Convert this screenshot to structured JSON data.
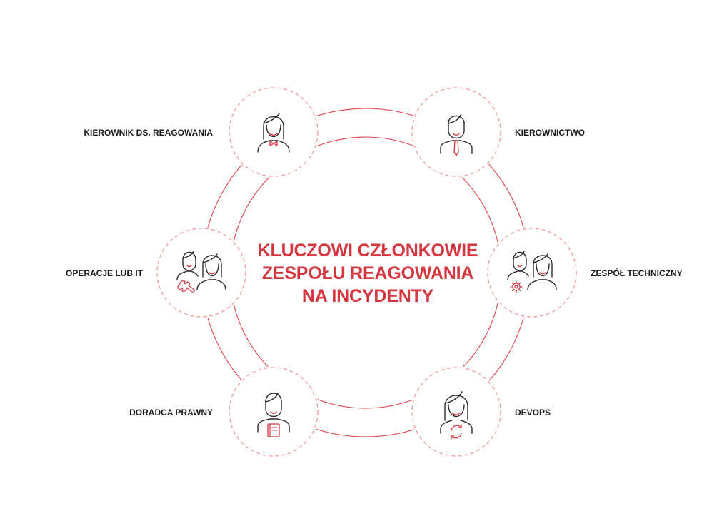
{
  "title": {
    "lines": [
      "KLUCZOWI CZŁONKOWIE",
      "ZESPOŁU REAGOWANIA",
      "NA INCYDENTY"
    ]
  },
  "members": [
    {
      "label": "KIEROWNIK DS. REAGOWANIA",
      "icon": "woman-with-bowtie-icon"
    },
    {
      "label": "KIEROWNICTWO",
      "icon": "man-with-tie-icon"
    },
    {
      "label": "ZESPÓŁ TECHNICZNY",
      "icon": "team-with-gear-icon"
    },
    {
      "label": "DEVOPS",
      "icon": "woman-with-sync-icon"
    },
    {
      "label": "DORADCA PRAWNY",
      "icon": "man-with-book-icon"
    },
    {
      "label": "OPERACJE LUB IT",
      "icon": "team-with-wrench-icon"
    }
  ],
  "colors": {
    "accent": "#d6363f",
    "ring": "#e0424a",
    "dashed": "#ec8a8a",
    "outline": "#2a2a2a",
    "text": "#1a1a1a"
  }
}
